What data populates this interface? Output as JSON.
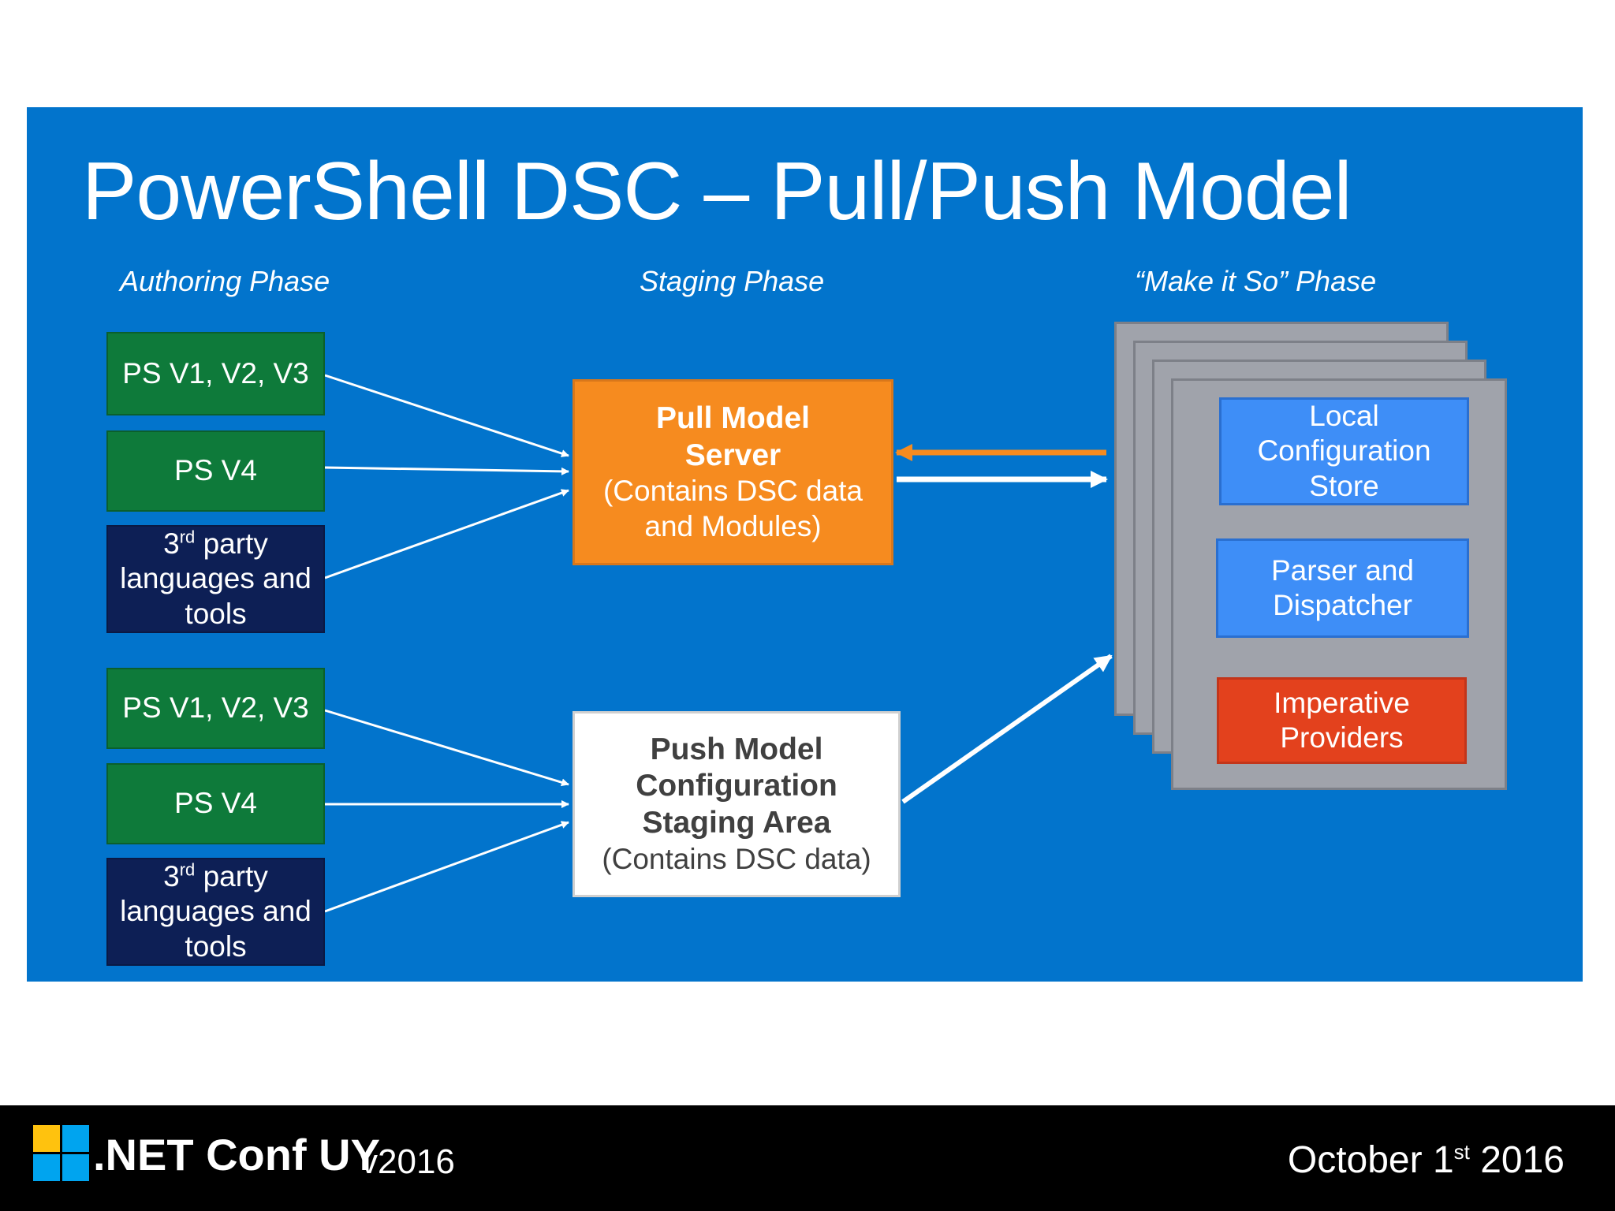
{
  "slide": {
    "title": "PowerShell DSC – Pull/Push Model",
    "phases": {
      "authoring": "Authoring Phase",
      "staging": "Staging Phase",
      "make_it_so": "“Make it So” Phase"
    },
    "pull_sources": {
      "ps_v1_v3": "PS V1, V2, V3",
      "ps_v4": "PS V4",
      "third_party_prefix": "3",
      "third_party_sup": "rd",
      "third_party_line1_rest": " party",
      "third_party_line2": "languages and",
      "third_party_line3": "tools"
    },
    "push_sources": {
      "ps_v1_v3": "PS V1, V2, V3",
      "ps_v4": "PS V4",
      "third_party_prefix": "3",
      "third_party_sup": "rd",
      "third_party_line1_rest": " party",
      "third_party_line2": "languages and",
      "third_party_line3": "tools"
    },
    "pull_server": {
      "line1": "Pull Model",
      "line2": "Server",
      "line3": "(Contains DSC data",
      "line4": "and Modules)"
    },
    "push_area": {
      "line1": "Push Model",
      "line2": "Configuration",
      "line3": "Staging Area",
      "line4": "(Contains DSC data)"
    },
    "node_components": {
      "lcs_line1": "Local",
      "lcs_line2": "Configuration",
      "lcs_line3": "Store",
      "parser_line1": "Parser and",
      "parser_line2": "Dispatcher",
      "providers_line1": "Imperative",
      "providers_line2": "Providers"
    }
  },
  "footer": {
    "conference_name": ".NET Conf UY",
    "conference_version": "v2016",
    "date_prefix": "October 1",
    "date_sup": "st",
    "date_suffix": " 2016"
  },
  "colors": {
    "slide_background": "#0274cc",
    "green_box": "#0e7a3a",
    "navy_box": "#0d1f55",
    "pull_server": "#f68b1f",
    "node_card": "#a0a3ab",
    "component_blue": "#3e8ef7",
    "providers_red": "#e3411d",
    "footer_background": "#000000",
    "logo_yellow": "#ffc20e",
    "logo_blue": "#00a4ef"
  }
}
